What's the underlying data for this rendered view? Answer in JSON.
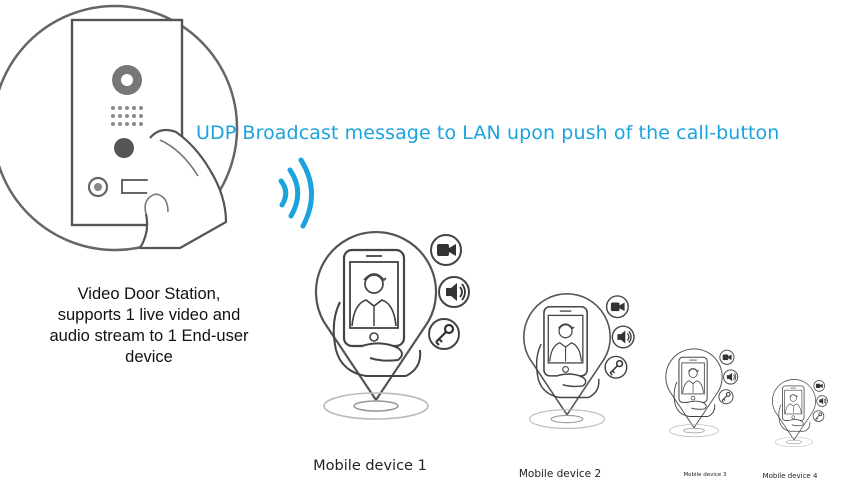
{
  "headline": "UDP Broadcast message to LAN upon push of the call-button",
  "door_station": {
    "description_lines": [
      "Video Door Station,",
      "supports 1 live video and",
      "audio stream to 1 End-user",
      "device"
    ]
  },
  "devices": [
    {
      "label": "Mobile device 1"
    },
    {
      "label": "Mobile device 2"
    },
    {
      "label": "Mobile device 3"
    },
    {
      "label": "Mobile device 4"
    }
  ],
  "icons": {
    "feature_icons": [
      "video-camera-icon",
      "speaker-icon",
      "key-icon"
    ],
    "signal": "wireless-signal-icon"
  },
  "colors": {
    "accent": "#1aa3dc",
    "line": "#555555",
    "text": "#111111"
  }
}
